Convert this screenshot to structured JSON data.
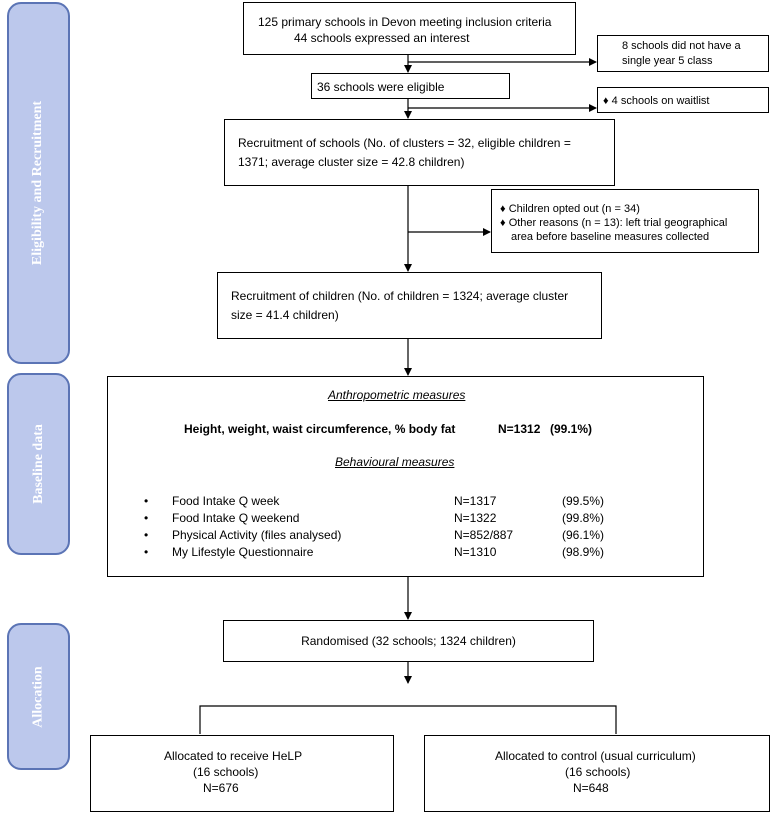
{
  "sections": {
    "eligibility": "Eligibility and Recruitment",
    "baseline": "Baseline data",
    "allocation": "Allocation"
  },
  "boxes": {
    "primary_line1": "125 primary schools in Devon meeting inclusion criteria",
    "primary_line2": "44 schools expressed an interest",
    "no_year5_line1": "8 schools did not have a",
    "no_year5_line2": "single year 5 class",
    "eligible": "36 schools were eligible",
    "waitlist": "♦ 4 schools on waitlist",
    "recruit_schools_line1": "Recruitment of schools (No. of clusters = 32, eligible children =",
    "recruit_schools_line2": "1371; average cluster size = 42.8 children)",
    "excluded_children": [
      "Children opted out (n = 34)",
      "Other reasons (n = 13): left trial geographical",
      "area before baseline measures collected"
    ],
    "recruit_children_line1": "Recruitment of children (No. of children = 1324; average cluster",
    "recruit_children_line2": "size = 41.4 children)",
    "randomised": "Randomised (32 schools; 1324 children)",
    "help_line1": "Allocated to receive HeLP",
    "help_line2": "(16 schools)",
    "help_line3": "N=676",
    "control_line1": "Allocated to control (usual curriculum)",
    "control_line2": "(16 schools)",
    "control_line3": "N=648"
  },
  "baseline_box": {
    "anthro_title": "Anthropometric measures",
    "anthro_label": "Height, weight, waist circumference, % body fat",
    "anthro_n": "N=1312",
    "anthro_pct": "(99.1%)",
    "behav_title": "Behavioural measures",
    "behav_rows": [
      {
        "label": "Food Intake Q week",
        "n": "N=1317",
        "pct": "(99.5%)"
      },
      {
        "label": "Food Intake Q weekend",
        "n": "N=1322",
        "pct": "(99.8%)"
      },
      {
        "label": "Physical Activity (files analysed)",
        "n": "N=852/887",
        "pct": "(96.1%)"
      },
      {
        "label": "My Lifestyle Questionnaire",
        "n": "N=1310",
        "pct": "(98.9%)"
      }
    ]
  }
}
